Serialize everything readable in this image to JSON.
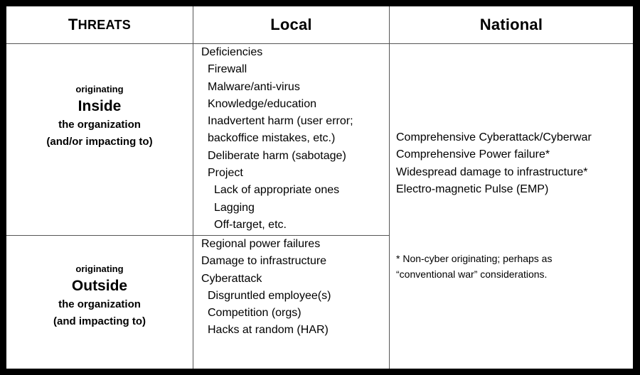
{
  "header": {
    "threats_first": "T",
    "threats_rest": "HREATS",
    "local": "Local",
    "national": "National"
  },
  "inside": {
    "line1": "originating",
    "line2": "Inside",
    "line3": "the organization",
    "line4": "(and/or impacting to)"
  },
  "outside": {
    "line1": "originating",
    "line2": "Outside",
    "line3": "the organization",
    "line4": "(and impacting to)"
  },
  "local_inside": [
    {
      "level": 0,
      "text": "Deficiencies"
    },
    {
      "level": 1,
      "text": "Firewall"
    },
    {
      "level": 1,
      "text": "Malware/anti-virus"
    },
    {
      "level": 1,
      "text": "Knowledge/education"
    },
    {
      "level": 1,
      "text": "Inadvertent harm (user error;"
    },
    {
      "level": 1,
      "text": "backoffice mistakes, etc.)"
    },
    {
      "level": 1,
      "text": "Deliberate harm (sabotage)"
    },
    {
      "level": 1,
      "text": "Project"
    },
    {
      "level": 2,
      "text": "Lack of appropriate ones"
    },
    {
      "level": 2,
      "text": "Lagging"
    },
    {
      "level": 2,
      "text": "Off-target, etc."
    }
  ],
  "local_outside": [
    {
      "level": 0,
      "text": "Regional power failures"
    },
    {
      "level": 0,
      "text": "Damage to infrastructure"
    },
    {
      "level": 0,
      "text": "Cyberattack"
    },
    {
      "level": 1,
      "text": "Disgruntled employee(s)"
    },
    {
      "level": 1,
      "text": "Competition (orgs)"
    },
    {
      "level": 1,
      "text": "Hacks at random (HAR)"
    }
  ],
  "national": {
    "items": [
      "Comprehensive Cyberattack/Cyberwar",
      "Comprehensive Power failure*",
      "Widespread damage to infrastructure*",
      "Electro-magnetic Pulse (EMP)"
    ],
    "note_line1": "* Non-cyber originating; perhaps as",
    "note_line2": "“conventional war” considerations."
  }
}
